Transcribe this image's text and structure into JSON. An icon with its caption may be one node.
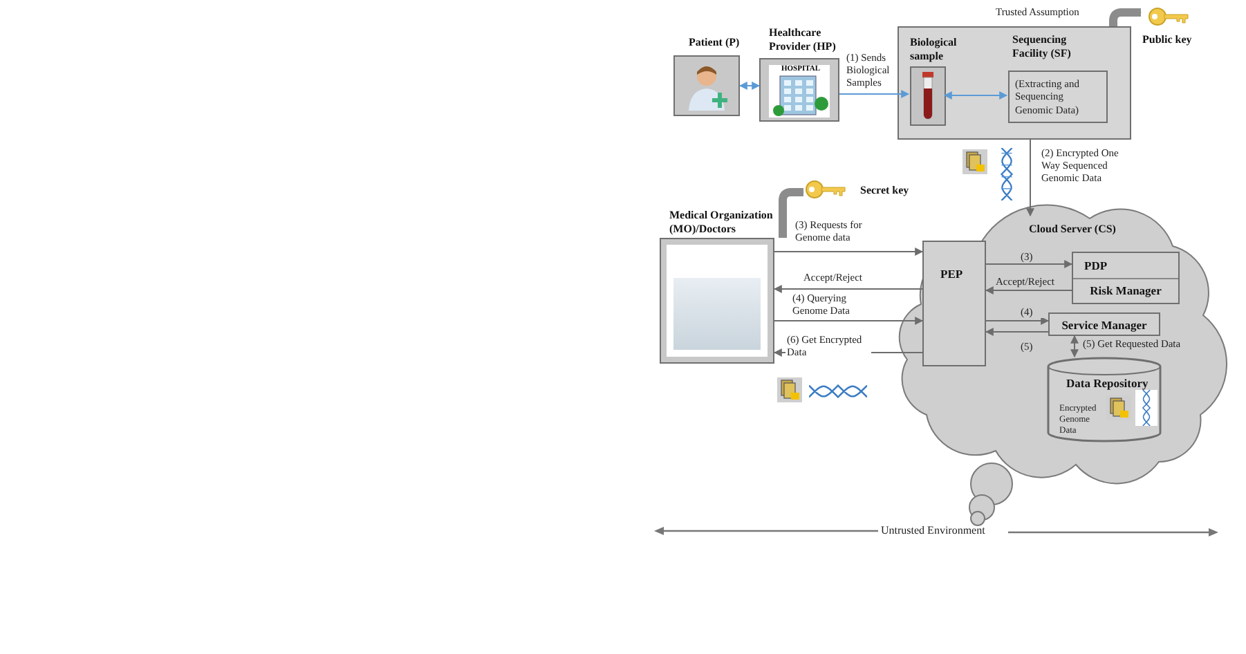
{
  "diagram": {
    "nodes": [
      {
        "text": [
          "Patient (P)"
        ]
      },
      {
        "text": [
          "Healthcare Provider (HP)"
        ]
      },
      {
        "text": [
          "Sequencing Facility (SF)"
        ],
        "beside": [
          "Trusted Assumption"
        ]
      },
      {
        "text": [
          "Biological sample"
        ],
        "in": 2
      },
      {
        "text": [
          "(Extracting and Sequencing Genomic Data)"
        ],
        "in": 2
      },
      {
        "text": [
          "Public key"
        ]
      },
      {
        "text": [
          "Cloud Server (CS)"
        ]
      },
      {
        "text": [
          "PEP"
        ],
        "in": 6
      },
      {
        "text": [
          "PDP",
          "Risk Manager"
        ],
        "in": 6
      },
      {
        "text": [
          "Service Manager"
        ],
        "in": 6
      },
      {
        "text": [
          "Data Repository",
          "Encrypted Genome Data"
        ],
        "in": 6
      },
      {
        "text": [
          "Medical Organization (MO)/Doctors"
        ]
      },
      {
        "text": [
          "Secret key"
        ]
      }
    ],
    "edges": [
      {
        "from": 0,
        "to": 1,
        "arrow": "both",
        "color": "#5b9bd5"
      },
      {
        "from": 1,
        "to": 3,
        "arrow": "to",
        "label": "(1) Sends Biological Samples",
        "color": "#5b9bd5"
      },
      {
        "from": 3,
        "to": 4,
        "arrow": "both",
        "color": "#5b9bd5"
      },
      {
        "from": 2,
        "to": 5,
        "arrow": "to",
        "style": "thick",
        "color": "#8c8c8c"
      },
      {
        "from": 2,
        "to": 6,
        "arrow": "to",
        "label": "(2) Encrypted One Way Sequenced Genomic Data"
      },
      {
        "from": 11,
        "to": 12,
        "arrow": "to",
        "style": "thick",
        "color": "#8c8c8c"
      },
      {
        "from": 11,
        "to": 7,
        "arrow": "to",
        "label": "(3) Requests for Genome data"
      },
      {
        "from": 7,
        "to": 11,
        "arrow": "to",
        "label": "Accept/Reject"
      },
      {
        "from": 11,
        "to": 7,
        "arrow": "to",
        "label": "(4) Querying Genome Data"
      },
      {
        "from": 7,
        "to": 11,
        "arrow": "to",
        "label": "(6) Get Encrypted Data"
      },
      {
        "from": 7,
        "to": 8,
        "arrow": "to",
        "label": "(3)"
      },
      {
        "from": 8,
        "to": 7,
        "arrow": "to",
        "label": "Accept/Reject"
      },
      {
        "from": 7,
        "to": 9,
        "arrow": "to",
        "label": "(4)"
      },
      {
        "from": 9,
        "to": 7,
        "arrow": "to",
        "label": "(5)"
      },
      {
        "from": 9,
        "to": 10,
        "arrow": "both",
        "label": "(5) Get Requested Data"
      }
    ],
    "labels": [
      "HOSPITAL",
      "Untrusted Environment"
    ]
  }
}
